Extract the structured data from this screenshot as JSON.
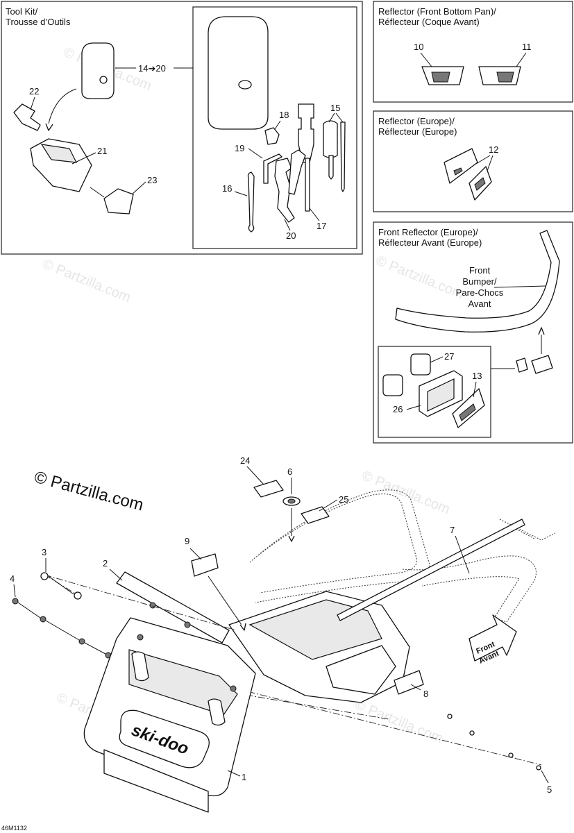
{
  "boxes": {
    "tool_kit": {
      "title_line1": "Tool Kit/",
      "title_line2": "Trousse d’Outils",
      "range_label": "14➔20"
    },
    "reflector_front_bottom": {
      "title_line1": "Reflector (Front Bottom Pan)/",
      "title_line2": "Réflecteur (Coque Avant)"
    },
    "reflector_europe": {
      "title_line1": "Reflector (Europe)/",
      "title_line2": "Réflecteur (Europe)"
    },
    "front_reflector_europe": {
      "title_line1": "Front Reflector (Europe)/",
      "title_line2": "Réflecteur Avant (Europe)",
      "bumper_line1": "Front",
      "bumper_line2": "Bumper/",
      "bumper_line3": "Pare-Chocs",
      "bumper_line4": "Avant"
    }
  },
  "callouts": {
    "p1": "1",
    "p2": "2",
    "p3": "3",
    "p4": "4",
    "p5": "5",
    "p6": "6",
    "p7": "7",
    "p8": "8",
    "p9": "9",
    "p10": "10",
    "p11": "11",
    "p12": "12",
    "p13": "13",
    "p15": "15",
    "p16": "16",
    "p17": "17",
    "p18": "18",
    "p19": "19",
    "p20": "20",
    "p21": "21",
    "p22": "22",
    "p23": "23",
    "p24": "24",
    "p25": "25",
    "p26": "26",
    "p27": "27"
  },
  "front_arrow": {
    "line1": "Front",
    "line2": "Avant"
  },
  "brand": "ski-doo",
  "copyright": "© Partzilla.com",
  "watermark": "© Partzilla.com",
  "figure_code": "46M1132"
}
